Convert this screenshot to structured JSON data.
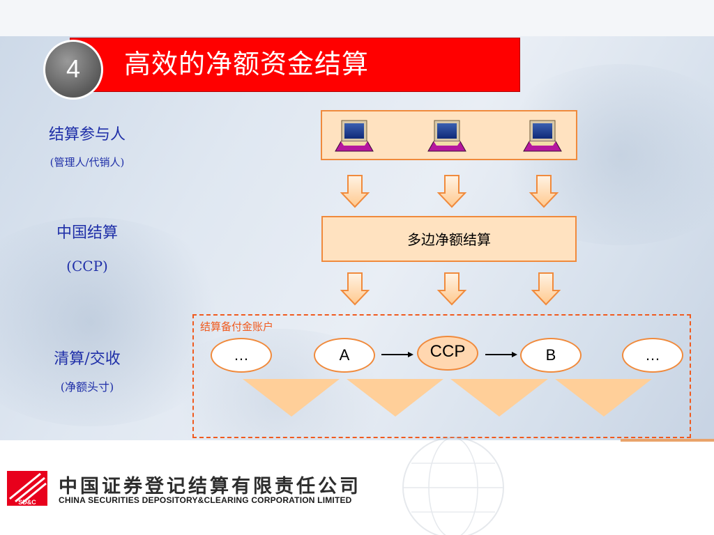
{
  "title": {
    "number": "4",
    "text": "高效的净额资金结算"
  },
  "left_labels": {
    "participants": "结算参与人",
    "participants_sub": "(管理人/代销人)",
    "ccp_name": "中国结算",
    "ccp_sub": "(CCP)",
    "clearing": "清算/交收",
    "clearing_sub": "(净额头寸)"
  },
  "netting_box": {
    "label": "多边净额结算"
  },
  "account": {
    "label": "结算备付金账户"
  },
  "nodes": [
    "…",
    "A",
    "CCP",
    "B",
    "…"
  ],
  "footer": {
    "cn": "中国证券登记结算有限责任公司",
    "en": "CHINA SECURITIES DEPOSITORY&CLEARING CORPORATION LIMITED",
    "logo_text": "SD&C"
  },
  "colors": {
    "title_red": "#ff0000",
    "label_blue": "#1f2fa8",
    "orange_border": "#f08a3c",
    "fill_peach": "#ffe2c0",
    "account_orange": "#f05a1e"
  },
  "icons": [
    "computer-icon",
    "computer-icon",
    "computer-icon",
    "down-arrow-icon",
    "right-arrow-icon",
    "triangle-icon"
  ]
}
